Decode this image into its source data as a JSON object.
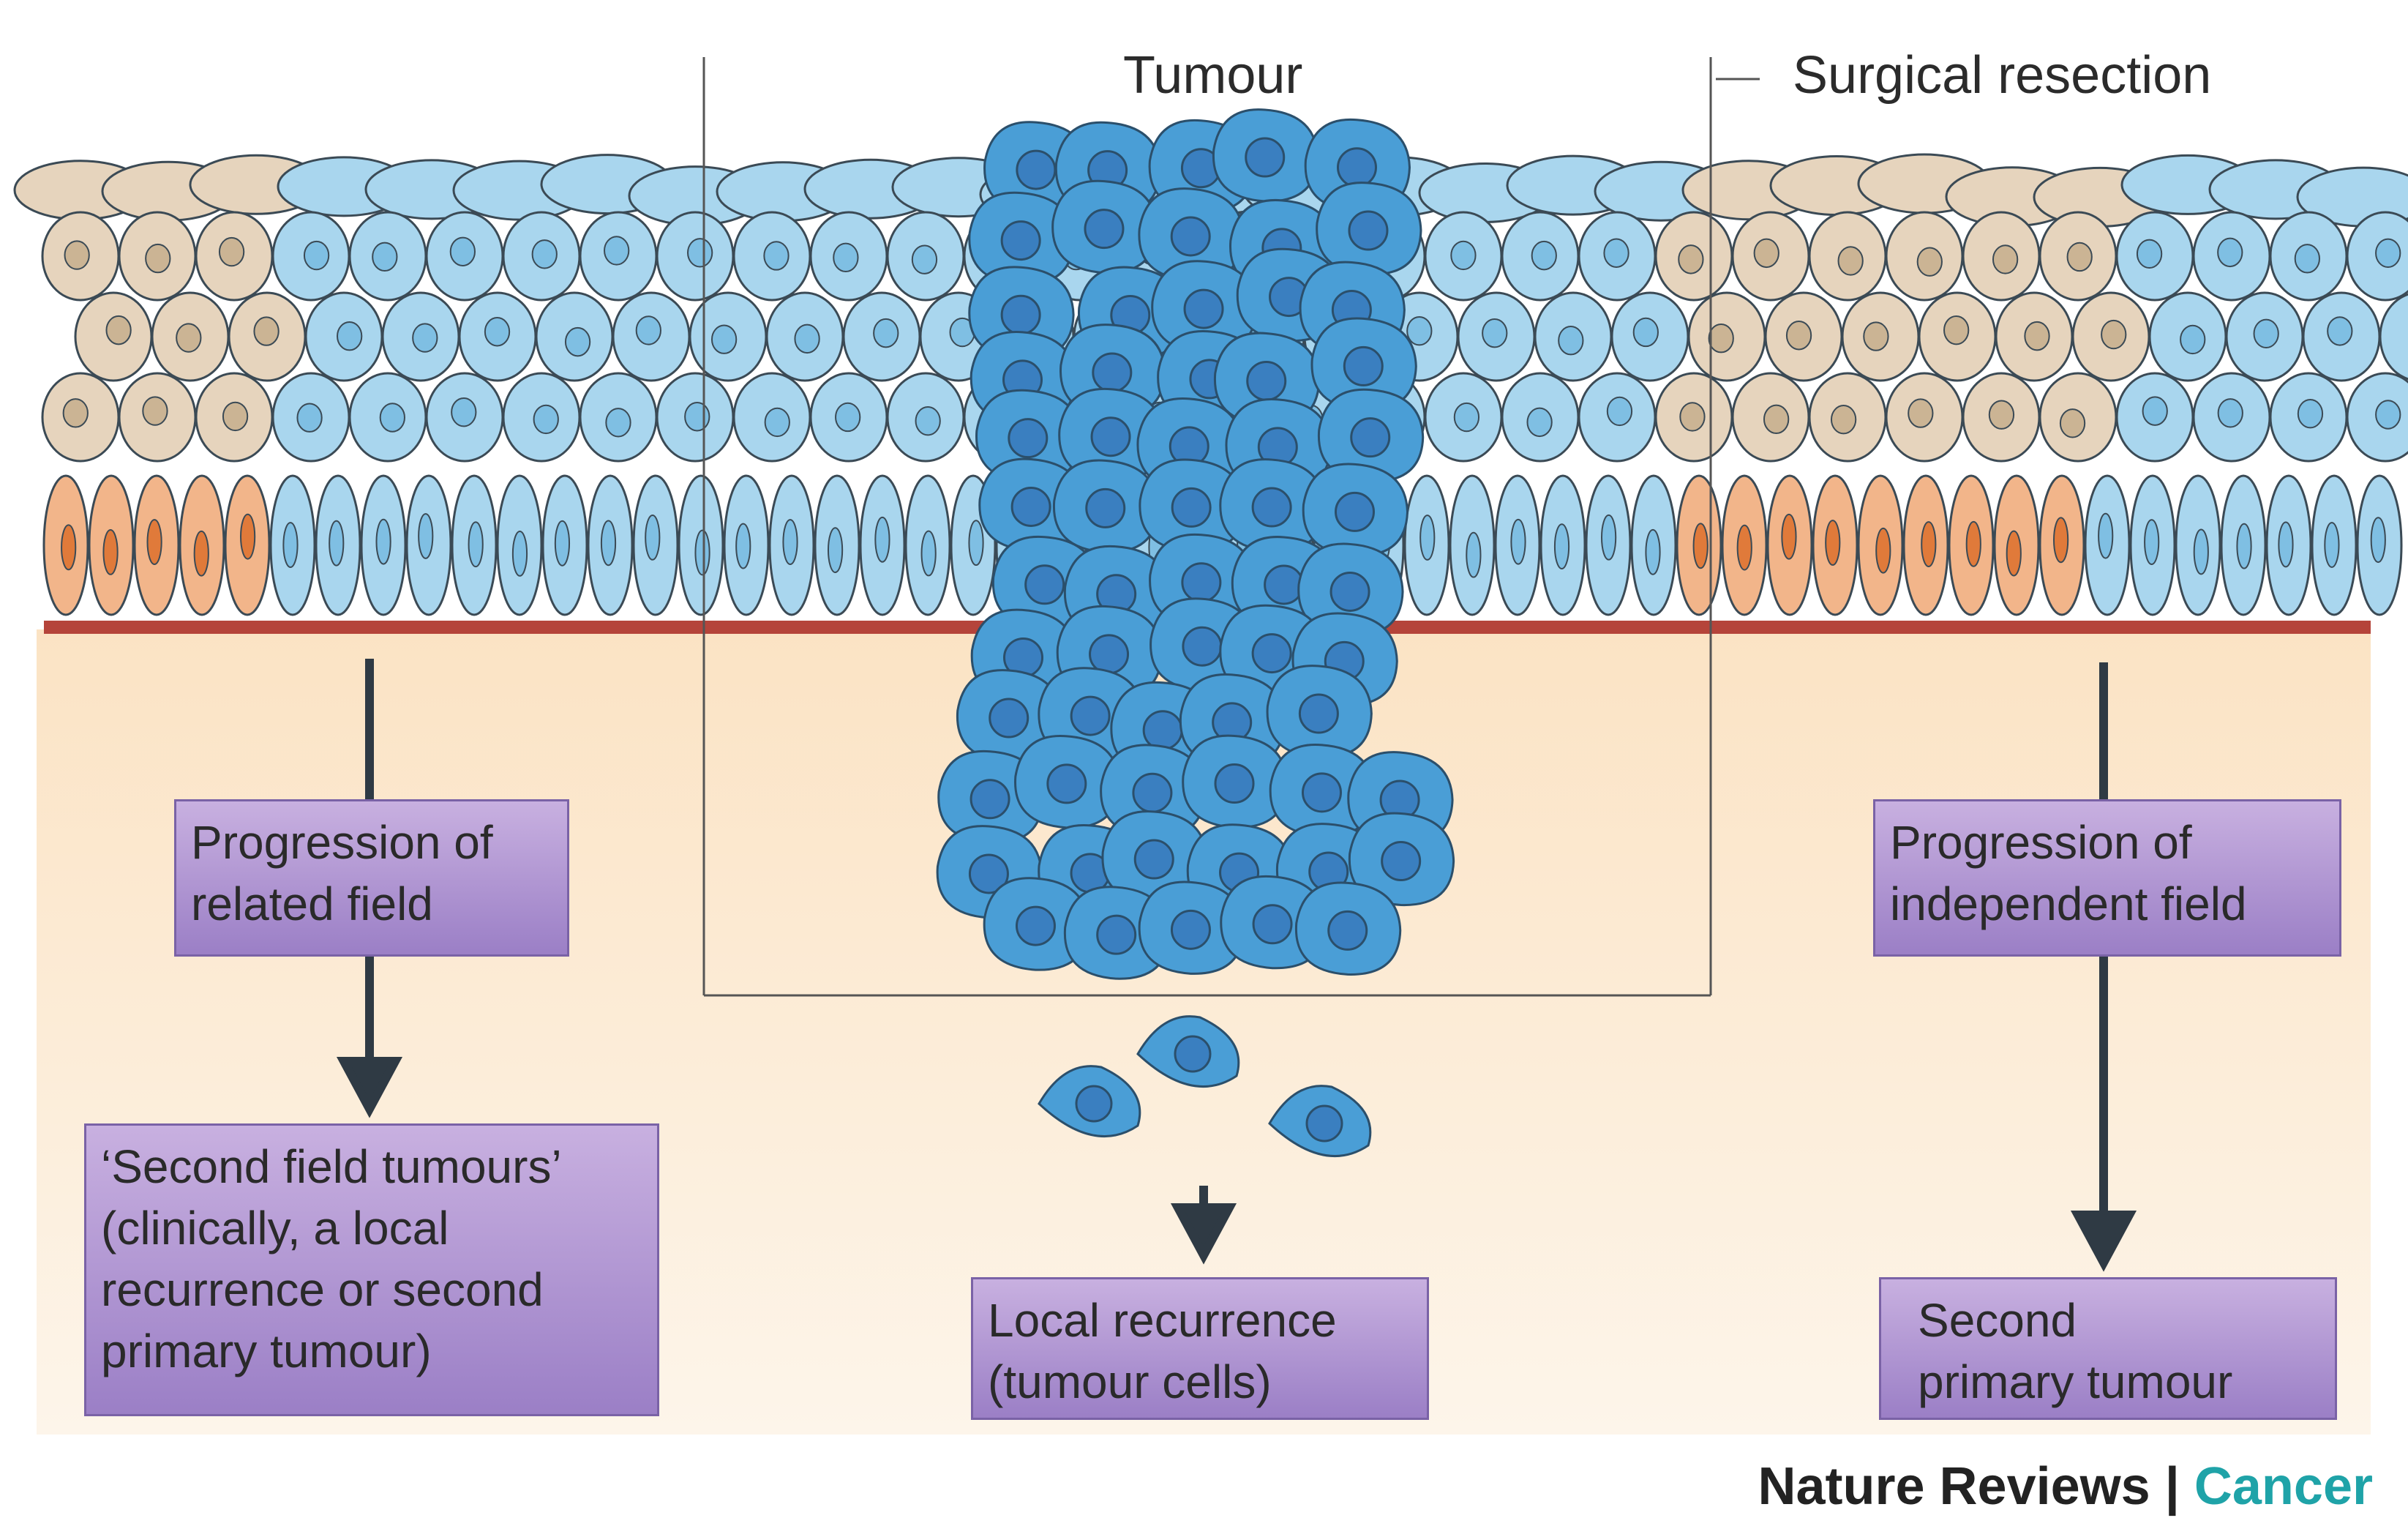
{
  "labels": {
    "tumour": "Tumour",
    "surgical_resection": "Surgical resection"
  },
  "boxes": {
    "related_field": [
      "Progression of",
      "related field"
    ],
    "second_field": [
      "‘Second field tumours’",
      "(clinically, a local",
      "recurrence or second",
      "primary tumour)"
    ],
    "local_recurrence": [
      "Local recurrence",
      "(tumour cells)"
    ],
    "independent_field": [
      "Progression of",
      "independent field"
    ],
    "second_primary": [
      "Second",
      "primary tumour"
    ]
  },
  "credit": {
    "journal": "Nature Reviews",
    "separator": " | ",
    "section": "Cancer"
  },
  "colors": {
    "tumour_cell": "#4a9ed6",
    "field_cell": "#a9d6ee",
    "normal_cell": "#e6d4bd",
    "basal_cell": "#f2b58a",
    "basement_membrane": "#b5443a",
    "stroma": "#fbe8cc",
    "box_fill": "#b39ad6"
  }
}
